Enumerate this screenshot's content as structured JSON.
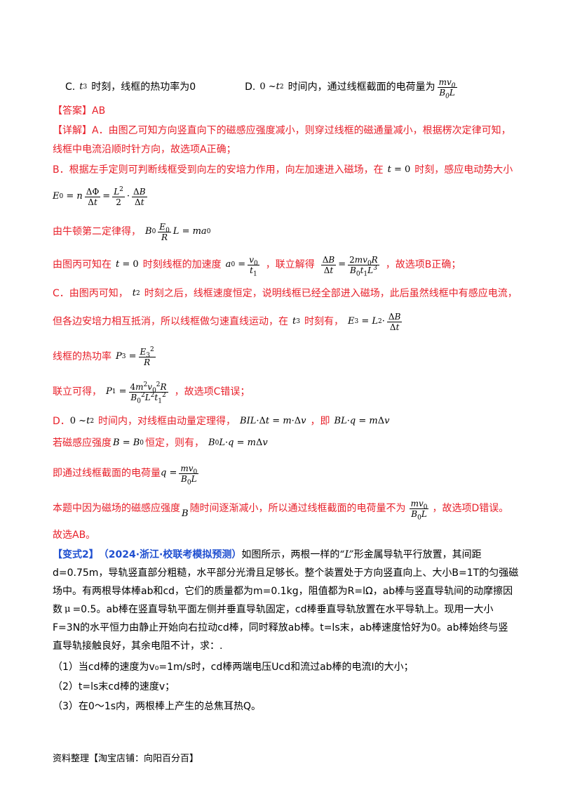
{
  "options": {
    "c_letter": "C.",
    "c_text": "时刻，线框的热功率为0",
    "d_letter": "D.",
    "d_text": "时间内，通过线框截面的电荷量为"
  },
  "answer": "【答案】AB",
  "detail": {
    "label": "【详解】",
    "a_line1": "A．由图乙可知方向竖直向下的磁感应强度减小，则穿过线框的磁通量减小，根据楞次定律可知，",
    "a_line2": "线框中电流沿顺时针方向，故选项A正确；",
    "b_line1a": "B．根据左手定则可判断线框受到向左的安培力作用，向左加速进入磁场，在",
    "b_line1b": "时刻，感应电动势大小",
    "b_newton": "由牛顿第二定律得，",
    "b_line3a": "由图丙可知在",
    "b_line3b": "时刻线框的加速度",
    "b_line3c": "，联立解得",
    "b_line3d": "，故选项B正确；",
    "c_line1a": "C．由图丙可知，",
    "c_line1b": "时刻之后，线框速度恒定，说明线框已经全部进入磁场，此后虽然线框中有感应电流，",
    "c_line2a": "但各边安培力相互抵消，所以线框做匀速直线运动，在",
    "c_line2b": "时刻有，",
    "c_heat": "线框的热功率",
    "c_combine": "联立可得，",
    "c_conclusion": "，故选项C错误；",
    "d_line1a": "D．",
    "d_line1b": "时间内，对线框由动量定理得，",
    "d_line1c": "，即",
    "d_line2a": "若磁感应强度",
    "d_line2b": "恒定，则有，",
    "d_line3": "即通过线框截面的电荷量",
    "d_line4a": "本题中因为磁场的磁感应强度",
    "d_line4b": "随时间逐渐减小，所以通过线框截面的电荷量不为",
    "d_line4c": "，故选项D错误。",
    "final": "故选AB。"
  },
  "variant": {
    "label": "【变式2】",
    "source": "（2024·浙江·校联考模拟预测）",
    "line1a": "如图所示，两根一样的",
    "line1b": "“L”",
    "line1c": "形金属导轨平行放置，其间距",
    "line2": "d=0.75m，导轨竖直部分粗糙，水平部分光滑且足够长。整个装置处于方向竖直向上、大小B=1T的匀强磁",
    "line3": "场中。有两根导体棒ab和cd，它们的质量都为m=0.1kg，阻值都为R=lΩ，ab棒与竖直导轨间的动摩擦因",
    "line4a": "数",
    "line4b": "=0.5。ab棒在竖直导轨平面左侧并垂直导轨固定，cd棒垂直导轨放置在水平导轨上。现用一大小",
    "line5": "F=3N的水平恒力由静止开始向右拉动cd棒，同时释放ab棒。t=ls末，ab棒速度恰好为0。ab棒始终与竖",
    "line6": "直导轨接触良好，其余电阻不计，求：.",
    "q1": "（1）当cd棒的速度为v₀=1m/s时，cd棒两端电压Ucd和流过ab棒的电流I的大小；",
    "q2": "（2）t=ls末cd棒的速度v；",
    "q3": "（3）在0～1s内，两根棒上产生的总焦耳热Q。"
  },
  "footer": "资料整理【淘宝店铺：向阳百分百】"
}
